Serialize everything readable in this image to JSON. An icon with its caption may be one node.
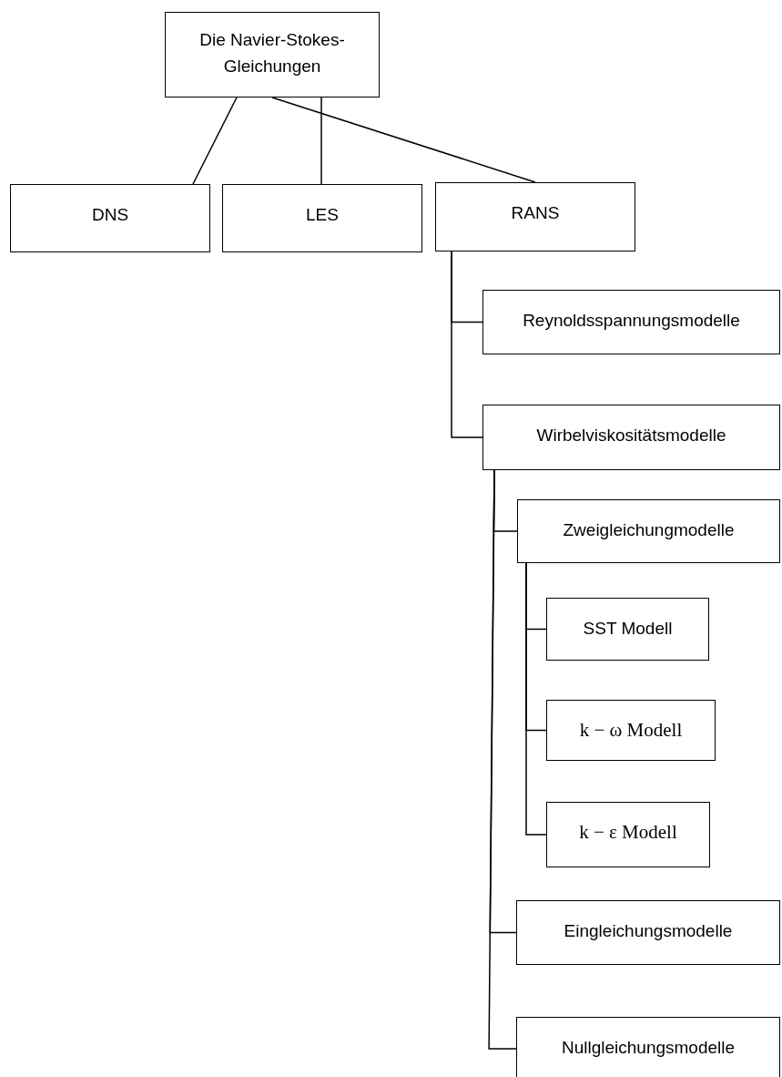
{
  "diagram": {
    "nodes": [
      {
        "text": [
          "Die Navier-Stokes-Gleichungen"
        ]
      },
      {
        "text": [
          "DNS"
        ]
      },
      {
        "text": [
          "LES"
        ]
      },
      {
        "text": [
          "RANS"
        ]
      },
      {
        "text": [
          "Reynoldsspannungsmodelle"
        ]
      },
      {
        "text": [
          "Wirbelviskositätsmodelle"
        ]
      },
      {
        "text": [
          "Zweigleichungmodelle"
        ]
      },
      {
        "text": [
          "SST Modell"
        ]
      },
      {
        "text": [
          "k − ω Modell"
        ]
      },
      {
        "text": [
          "k − ε Modell"
        ]
      },
      {
        "text": [
          "Eingleichungsmodelle"
        ]
      },
      {
        "text": [
          "Nullgleichungsmodelle"
        ]
      }
    ],
    "edges": [
      {
        "from": 0,
        "to": 1,
        "arrow": "none"
      },
      {
        "from": 0,
        "to": 2,
        "arrow": "none"
      },
      {
        "from": 0,
        "to": 3,
        "arrow": "none"
      },
      {
        "from": 3,
        "to": 4,
        "arrow": "none"
      },
      {
        "from": 3,
        "to": 5,
        "arrow": "none"
      },
      {
        "from": 5,
        "to": 6,
        "arrow": "none"
      },
      {
        "from": 6,
        "to": 7,
        "arrow": "none"
      },
      {
        "from": 6,
        "to": 8,
        "arrow": "none"
      },
      {
        "from": 6,
        "to": 9,
        "arrow": "none"
      },
      {
        "from": 5,
        "to": 10,
        "arrow": "none"
      },
      {
        "from": 5,
        "to": 11,
        "arrow": "none"
      }
    ]
  }
}
